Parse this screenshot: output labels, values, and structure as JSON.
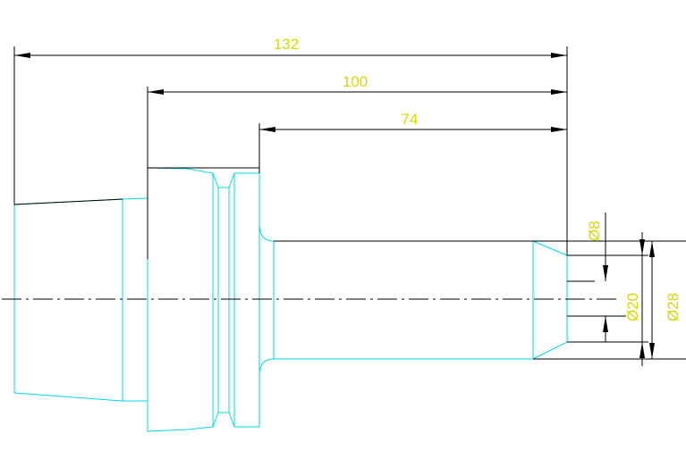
{
  "colors": {
    "outline": "#00d8e8",
    "dimension_text": "#d8d800",
    "dimension_lines": "#000000",
    "background": "#ffffff"
  },
  "dimensions": {
    "overall_length": "132",
    "shank_length": "100",
    "neck_length": "74",
    "dia_bore": "Ø8",
    "dia_tip": "Ø20",
    "dia_neck": "Ø28"
  }
}
